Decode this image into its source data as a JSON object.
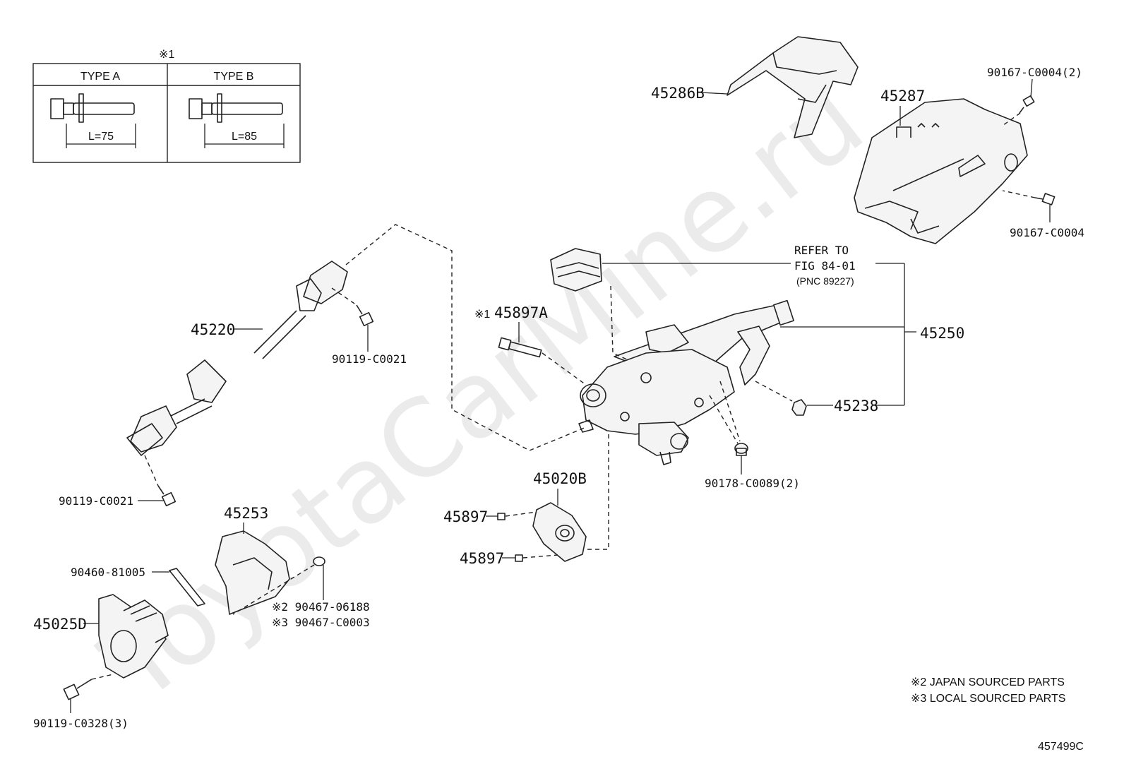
{
  "watermark": "ToyotaCarMine.ru",
  "type_table": {
    "ref_mark": "※1",
    "type_a": {
      "title": "TYPE A",
      "length": "L=75"
    },
    "type_b": {
      "title": "TYPE B",
      "length": "L=85"
    }
  },
  "parts": {
    "p45286b": "45286B",
    "p45287": "45287",
    "p90167_c0004_2": "90167-C0004(2)",
    "p90167_c0004": "90167-C0004",
    "refer_line1": "REFER TO",
    "refer_line2": "FIG 84-01",
    "refer_line3": "(PNC 89227)",
    "p45250": "45250",
    "p45238": "45238",
    "p45897a_mark": "※1",
    "p45897a": "45897A",
    "p45220": "45220",
    "p90119_c0021_top": "90119-C0021",
    "p90119_c0021_bottom": "90119-C0021",
    "p90178_c0089": "90178-C0089(2)",
    "p45020b": "45020B",
    "p45897_top": "45897",
    "p45897_bottom": "45897",
    "p45253": "45253",
    "p90460_81005": "90460-81005",
    "p45025d": "45025D",
    "p90467_06188": "※2 90467-06188",
    "p90467_c0003": "※3 90467-C0003",
    "p90119_c0328": "90119-C0328(3)"
  },
  "notes": {
    "japan": "※2 JAPAN SOURCED PARTS",
    "local": "※3 LOCAL SOURCED PARTS"
  },
  "figure_id": "457499C"
}
